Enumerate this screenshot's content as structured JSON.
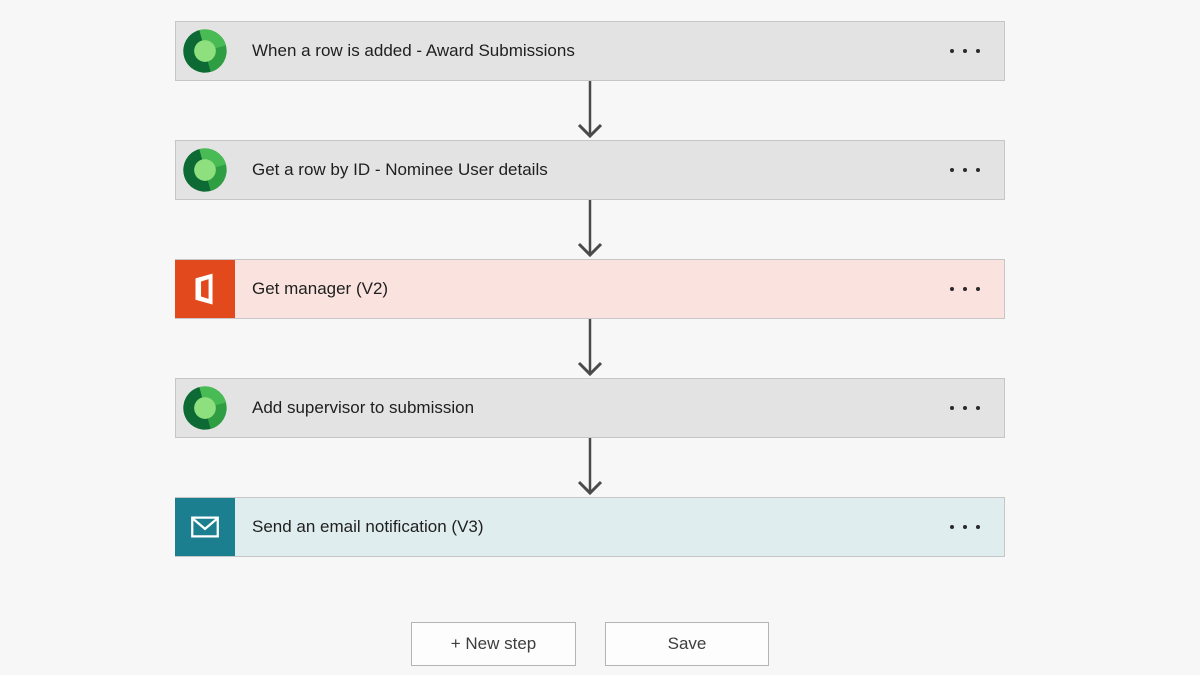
{
  "app": {
    "name": "flow-designer"
  },
  "flow": {
    "steps": [
      {
        "id": "trigger",
        "label": "When a row is added - Award Submissions",
        "icon": "dataverse-icon",
        "variant": "gray"
      },
      {
        "id": "get-row",
        "label": "Get a row by ID - Nominee User details",
        "icon": "dataverse-icon",
        "variant": "gray"
      },
      {
        "id": "get-manager",
        "label": "Get manager (V2)",
        "icon": "office365-icon",
        "variant": "pink"
      },
      {
        "id": "add-supervisor",
        "label": "Add supervisor to submission",
        "icon": "dataverse-icon",
        "variant": "gray"
      },
      {
        "id": "send-email",
        "label": "Send an email notification (V3)",
        "icon": "mail-icon",
        "variant": "teal"
      }
    ],
    "connector_count": 4,
    "more_menu_icon": "ellipsis-icon"
  },
  "footer": {
    "new_step_label": "+ New step",
    "save_label": "Save"
  },
  "colors": {
    "page_background": "#f7f7f7",
    "card_gray": "#e3e3e3",
    "card_pink": "#fae3df",
    "card_teal": "#e0edee",
    "card_border": "#c6c6c6",
    "office_orange": "#e2491d",
    "mail_teal": "#1b7f90",
    "dataverse_dark_green": "#0e6a34",
    "dataverse_mid_green": "#2f9e43",
    "dataverse_bright_green": "#49bb54",
    "dataverse_center_green": "#8ee07e",
    "arrow": "#4a4a4a",
    "button_border": "#b4b4b4",
    "button_text": "#3d3d3d"
  }
}
